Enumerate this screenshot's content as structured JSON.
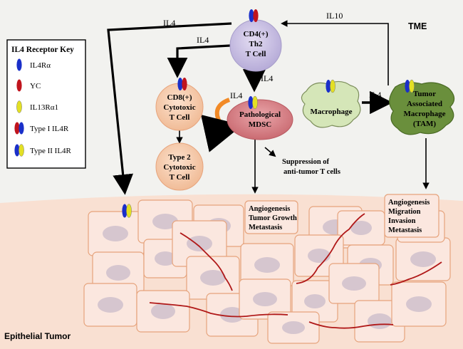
{
  "tme_label": "TME",
  "tumor_label": "Epithelial Tumor",
  "key": {
    "title": "IL4 Receptor Key",
    "items": [
      {
        "label": "IL4Rα"
      },
      {
        "label": "ΥC"
      },
      {
        "label": "IL13Rα1"
      },
      {
        "label": "Type I IL4R"
      },
      {
        "label": "Type II IL4R"
      }
    ]
  },
  "cells": {
    "th2": [
      "CD4(+)",
      "Th2",
      "T Cell"
    ],
    "cd8": [
      "CD8(+)",
      "Cytotoxic",
      "T Cell"
    ],
    "tc2": [
      "Type 2",
      "Cytotoxic",
      "T Cell"
    ],
    "mdsc": [
      "Pathological",
      "MDSC"
    ],
    "macrophage": [
      "Macrophage"
    ],
    "tam": [
      "Tumor",
      "Associated",
      "Macrophage",
      "(TAM)"
    ]
  },
  "arrows": {
    "il4_left": "IL4",
    "il4_mid": "IL4",
    "il4_down": "IL4",
    "il4_auto": "IL4",
    "il4_mac": "IL4",
    "il10": "IL10"
  },
  "suppression": [
    "Suppression of",
    "anti-tumor T cells"
  ],
  "outcome_mdsc": [
    "Angiogenesis",
    "Tumor Growth",
    "Metastasis"
  ],
  "outcome_tam": [
    "Angiogenesis",
    "Migration",
    "Invasion",
    "Metastasis"
  ],
  "colors": {
    "il4ra": "#1a2fc9",
    "gamma_c": "#c0141d",
    "il13ra1": "#e3e024",
    "th2_fill": "#c9c1e3",
    "cd8_fill": "#f6cfb2",
    "mdsc_fill": "#d9848a",
    "macrophage_fill": "#d5e6b8",
    "tam_fill": "#6a8f3c",
    "tumor_bg": "#f9e0d2",
    "tumor_cell": "#fbe7df",
    "nucleus": "#d6c6cf",
    "vessel": "#b01818"
  }
}
